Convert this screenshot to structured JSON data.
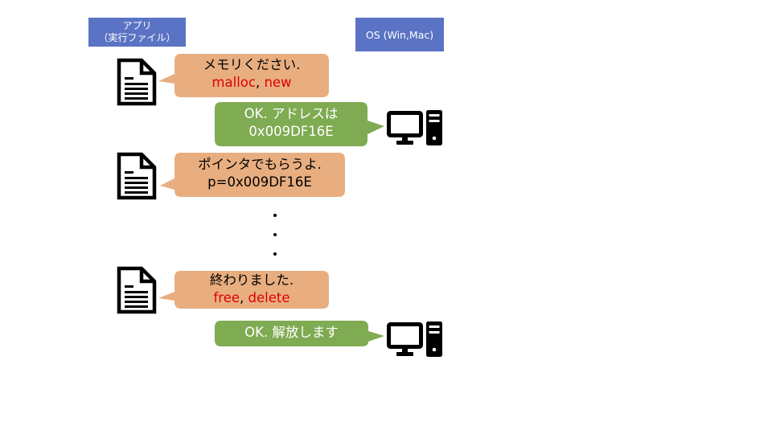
{
  "headers": {
    "app": {
      "line1": "アプリ",
      "line2": "（実行ファイル）"
    },
    "os": {
      "label": "OS (Win,Mac)"
    }
  },
  "colors": {
    "header_blue": "#5B73C4",
    "app_bubble": "#E8AE80",
    "os_bubble": "#7FAB52",
    "keyword_red": "#E00000"
  },
  "messages": [
    {
      "from": "app",
      "line1": "メモリください.",
      "line2_parts": [
        "malloc",
        ", ",
        "new"
      ]
    },
    {
      "from": "os",
      "line1": "OK. アドレスは",
      "line2": "0x009DF16E"
    },
    {
      "from": "app",
      "line1": "ポインタでもらうよ.",
      "line2": "p=0x009DF16E"
    },
    {
      "from": "app",
      "line1": "終わりました.",
      "line2_parts": [
        "free",
        ", ",
        "delete"
      ]
    },
    {
      "from": "os",
      "line1": "OK. 解放します"
    }
  ],
  "ellipsis": "⋮",
  "icons": {
    "app": "document-icon",
    "os": "desktop-computer-icon"
  }
}
